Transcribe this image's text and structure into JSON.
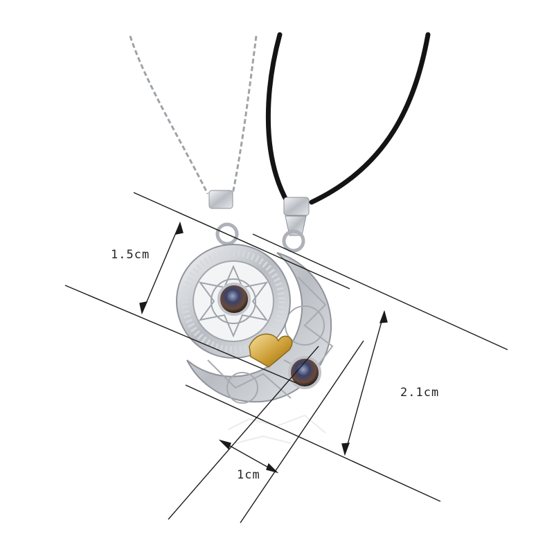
{
  "dimensions": {
    "width_label": "1cm",
    "height_small_label": "1.5cm",
    "height_large_label": "2.1cm"
  },
  "colors": {
    "silver": "#c9ccd1",
    "chain": "#9ea3a8",
    "cord": "#141414",
    "gold": "#d9b24c",
    "stone": "#2a2f4a",
    "line": "#1a1a1a"
  }
}
